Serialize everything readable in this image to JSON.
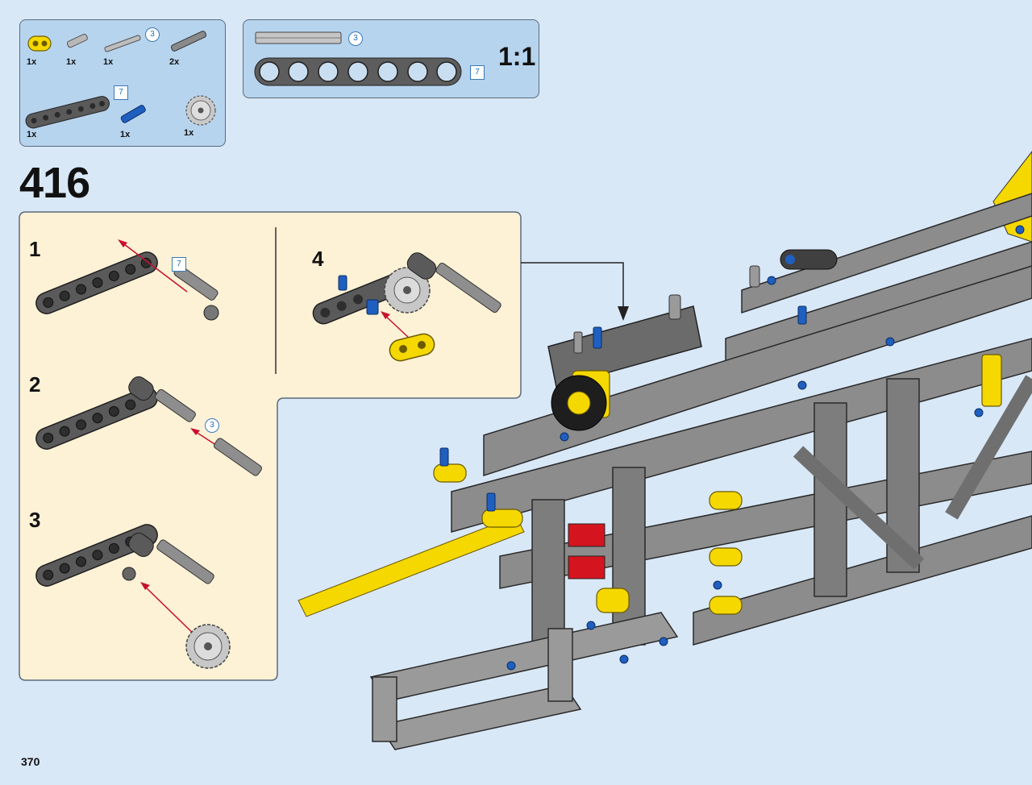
{
  "page": {
    "step_number": "416",
    "page_number": "370"
  },
  "parts_list": {
    "items": [
      {
        "name": "yellow-connector",
        "qty": "1x"
      },
      {
        "name": "axle-pin",
        "qty": "1x"
      },
      {
        "name": "axle-3",
        "qty": "1x",
        "callout": "3"
      },
      {
        "name": "gray-axle-pin",
        "qty": "2x"
      },
      {
        "name": "beam-7",
        "qty": "1x",
        "callout": "7"
      },
      {
        "name": "blue-axle-pin",
        "qty": "1x"
      },
      {
        "name": "gear",
        "qty": "1x"
      }
    ]
  },
  "scale_panel": {
    "axle_callout": "3",
    "beam_callout": "7",
    "scale_label": "1:1"
  },
  "substeps": [
    {
      "number": "1",
      "callout": "7"
    },
    {
      "number": "2",
      "callout": "3"
    },
    {
      "number": "3"
    },
    {
      "number": "4"
    }
  ],
  "colors": {
    "background": "#d9e8f7",
    "panel_blue": "#b7d4ee",
    "substep_panel": "#fdf1d6",
    "beam_gray": "#5a5a5a",
    "accent_yellow": "#f5d800",
    "pin_blue": "#1f5fbf",
    "arrow_red": "#c8102e"
  }
}
